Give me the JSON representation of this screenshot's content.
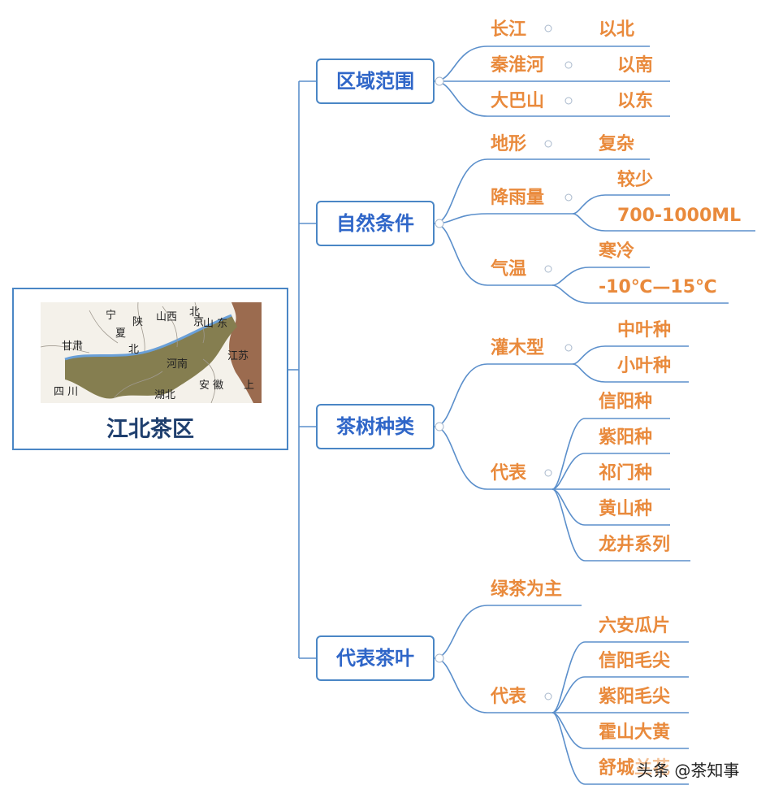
{
  "root": {
    "title": "江北茶区",
    "map_labels": [
      "宁",
      "夏",
      "陕",
      "山西",
      "北",
      "京",
      "山 东",
      "甘肃",
      "北",
      "河南",
      "江苏",
      "四 川",
      "湖北",
      "安 徽",
      "上"
    ]
  },
  "branches": [
    {
      "label": "区域范围",
      "children": [
        {
          "label": "长江",
          "children": [
            "以北"
          ]
        },
        {
          "label": "秦淮河",
          "children": [
            "以南"
          ]
        },
        {
          "label": "大巴山",
          "children": [
            "以东"
          ]
        }
      ]
    },
    {
      "label": "自然条件",
      "children": [
        {
          "label": "地形",
          "children": [
            "复杂"
          ]
        },
        {
          "label": "降雨量",
          "children": [
            "较少",
            "700-1000ML"
          ]
        },
        {
          "label": "气温",
          "children": [
            "寒冷",
            "-10℃—15℃"
          ]
        }
      ]
    },
    {
      "label": "茶树种类",
      "children": [
        {
          "label": "灌木型",
          "children": [
            "中叶种",
            "小叶种"
          ]
        },
        {
          "label": "代表",
          "children": [
            "信阳种",
            "紫阳种",
            "祁门种",
            "黄山种",
            "龙井系列"
          ]
        }
      ]
    },
    {
      "label": "代表茶叶",
      "children": [
        {
          "label": "绿茶为主",
          "children": []
        },
        {
          "label": "代表",
          "children": [
            "六安瓜片",
            "信阳毛尖",
            "紫阳毛尖",
            "霍山大黄",
            "舒城兰花"
          ]
        }
      ]
    }
  ],
  "watermark": "头条 @茶知事",
  "colors": {
    "line": "#5b8fcb",
    "branch_text": "#2f66c8",
    "leaf_text": "#e98a3c",
    "root_text": "#1f3f6e"
  }
}
